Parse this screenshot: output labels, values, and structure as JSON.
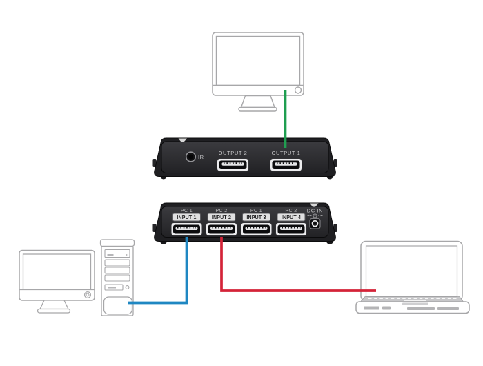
{
  "switch_rear": {
    "ir_label": "IR",
    "output2_label": "OUTPUT 2",
    "output1_label": "OUTPUT 1"
  },
  "switch_front": {
    "inputs": [
      {
        "pc_label": "PC 1",
        "input_label": "INPUT 1"
      },
      {
        "pc_label": "PC 2",
        "input_label": "INPUT 2"
      },
      {
        "pc_label": "PC 1",
        "input_label": "INPUT 3"
      },
      {
        "pc_label": "PC 2",
        "input_label": "INPUT 4"
      }
    ],
    "dc_in_label": "DC IN"
  },
  "cables": {
    "display": {
      "color": "#1f9e50",
      "to": "OUTPUT 1"
    },
    "desktop": {
      "color": "#1f87c2",
      "to": "INPUT 1"
    },
    "laptop": {
      "color": "#d42338",
      "to": "INPUT 2"
    }
  },
  "colors": {
    "device_body": "#1f1f22",
    "device_face_top": "#3b3b3f",
    "device_face_bottom": "#222225",
    "label_text": "#c6c6c8",
    "input_box_fill": "#e0e0e1",
    "lineart": "#a7a7a9",
    "background": "#ffffff"
  }
}
